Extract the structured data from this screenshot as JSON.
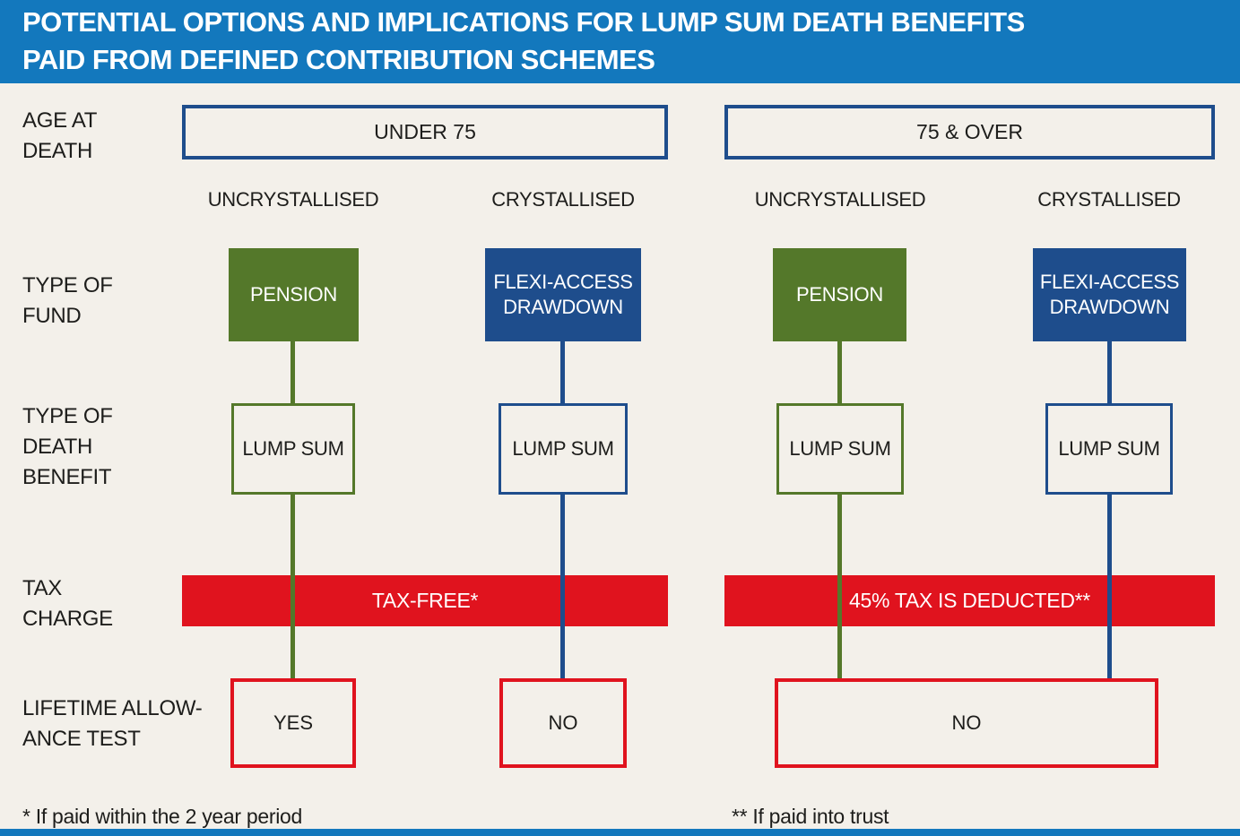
{
  "colors": {
    "header_blue": "#1378bd",
    "navy": "#1e4d8c",
    "green": "#54782a",
    "red": "#e0131e",
    "background": "#f3f0ea",
    "text_dark": "#1d1d1b",
    "white": "#ffffff"
  },
  "header": {
    "title_line1": "POTENTIAL OPTIONS AND IMPLICATIONS FOR LUMP SUM DEATH BENEFITS",
    "title_line2": "PAID FROM DEFINED CONTRIBUTION SCHEMES"
  },
  "row_labels": {
    "age": "AGE AT\nDEATH",
    "fund": "TYPE OF\nFUND",
    "benefit": "TYPE OF\nDEATH\nBENEFIT",
    "tax": "TAX\nCHARGE",
    "lifetime": "LIFETIME ALLOW-\nANCE TEST"
  },
  "groups": [
    {
      "age_label": "UNDER 75",
      "tax_charge_label": "TAX-FREE*",
      "columns": [
        {
          "status": "UNCRYSTALLISED",
          "fund": "PENSION",
          "benefit": "LUMP SUM",
          "lifetime_test": "YES"
        },
        {
          "status": "CRYSTALLISED",
          "fund": "FLEXI-ACCESS\nDRAWDOWN",
          "benefit": "LUMP SUM",
          "lifetime_test": "NO"
        }
      ]
    },
    {
      "age_label": "75 & OVER",
      "tax_charge_label": "45% TAX IS DEDUCTED**",
      "lifetime_test_shared": "NO",
      "columns": [
        {
          "status": "UNCRYSTALLISED",
          "fund": "PENSION",
          "benefit": "LUMP SUM"
        },
        {
          "status": "CRYSTALLISED",
          "fund": "FLEXI-ACCESS\nDRAWDOWN",
          "benefit": "LUMP SUM"
        }
      ]
    }
  ],
  "footnotes": {
    "left": "* If paid within the 2 year period",
    "right": "** If paid into trust"
  }
}
